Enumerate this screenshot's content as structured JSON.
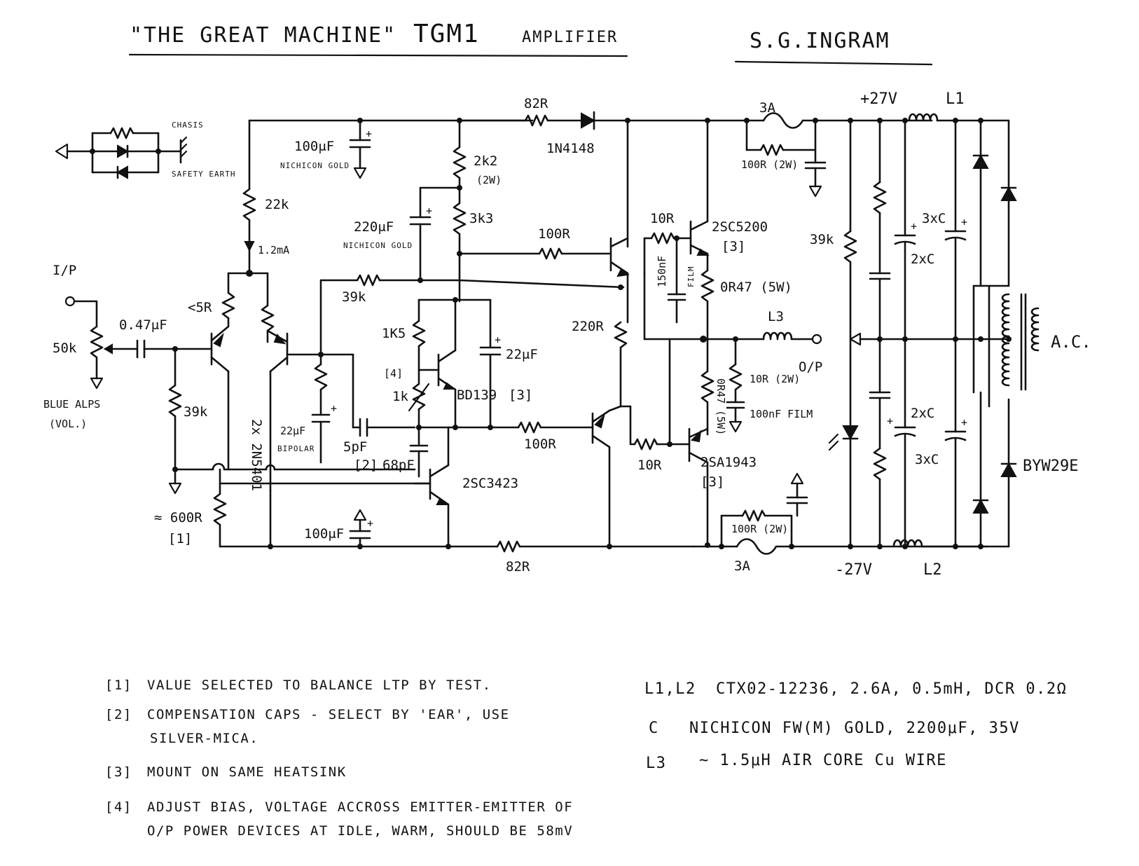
{
  "header": {
    "title": "\"THE GREAT MACHINE\"",
    "model": "TGM1",
    "kind": "AMPLIFIER",
    "author": "S.G.INGRAM"
  },
  "labels": {
    "chasis": "CHASIS",
    "safety_earth": "SAFETY EARTH",
    "input": "I/P",
    "pot_value": "50k",
    "pot_name": "BLUE ALPS",
    "pot_note": "(VOL.)",
    "cap_in": "0.47μF",
    "r_in": "39k",
    "r_tail": "22k",
    "tail_current": "1.2mA",
    "r_emitter": "<5R",
    "ltp_pair": "2x 2N5401",
    "cap_22uf_bipolar": "22μF",
    "bipolar": "BIPOLAR",
    "r_600": "≈ 600R",
    "ref1": "[1]",
    "cap_100uf_top": "100μF",
    "nichicon_gold": "NICHICON GOLD",
    "cap_220uf": "220μF",
    "r_2k2": "2k2",
    "r_2w": "(2W)",
    "r_3k3": "3k3",
    "r_82r": "82R",
    "diode": "1N4148",
    "r_100r": "100R",
    "r_39k_fb": "39k",
    "r_1k5": "1K5",
    "ref4": "[4]",
    "r_1k": "1k",
    "vbe": "BD139",
    "ref3": "[3]",
    "cap_22uf": "22μF",
    "cap_5pf": "5pF",
    "ref2": "[2]",
    "cap_68pf": "68pF",
    "vas": "2SC3423",
    "cap_100uf_bot": "100μF",
    "r_82r_bot": "82R",
    "r_100r_lo": "100R",
    "r_220r": "220R",
    "r_10r": "10R",
    "npn_out": "2SC5200",
    "cap_150nf": "150nF",
    "film": "FILM",
    "r_0r47": "0R47 (5W)",
    "r_0r47_lo": "0R47 (5W)",
    "pnp_out": "2SA1943",
    "l3": "L3",
    "out": "O/P",
    "zobel_r": "10R (2W)",
    "zobel_c": "100nF FILM",
    "fuse": "3A",
    "fuse_r": "100R (2W)",
    "r_39k_led": "39k",
    "rail_pos": "+27V",
    "rail_neg": "-27V",
    "l1": "L1",
    "l2": "L2",
    "c3x_a": "3xC",
    "c2x_a": "2xC",
    "c2x_b": "2xC",
    "c3x_b": "3xC",
    "ac": "A.C.",
    "rect": "BYW29E"
  },
  "notes": [
    {
      "ref": "[1]",
      "text": "VALUE SELECTED TO BALANCE LTP BY TEST."
    },
    {
      "ref": "[2]",
      "text": "COMPENSATION CAPS - SELECT BY 'EAR', USE",
      "text2": "SILVER-MICA."
    },
    {
      "ref": "[3]",
      "text": "MOUNT ON SAME HEATSINK"
    },
    {
      "ref": "[4]",
      "text": "ADJUST BIAS, VOLTAGE ACCROSS EMITTER-EMITTER OF",
      "text2": "O/P POWER DEVICES AT IDLE, WARM, SHOULD BE 58mV"
    }
  ],
  "specs": [
    {
      "key": "L1,L2",
      "value": "CTX02-12236, 2.6A, 0.5mH, DCR 0.2Ω"
    },
    {
      "key": "C",
      "value": "NICHICON FW(M) GOLD, 2200μF, 35V"
    },
    {
      "key": "L3",
      "value": "~ 1.5μH  AIR CORE Cu WIRE"
    }
  ]
}
